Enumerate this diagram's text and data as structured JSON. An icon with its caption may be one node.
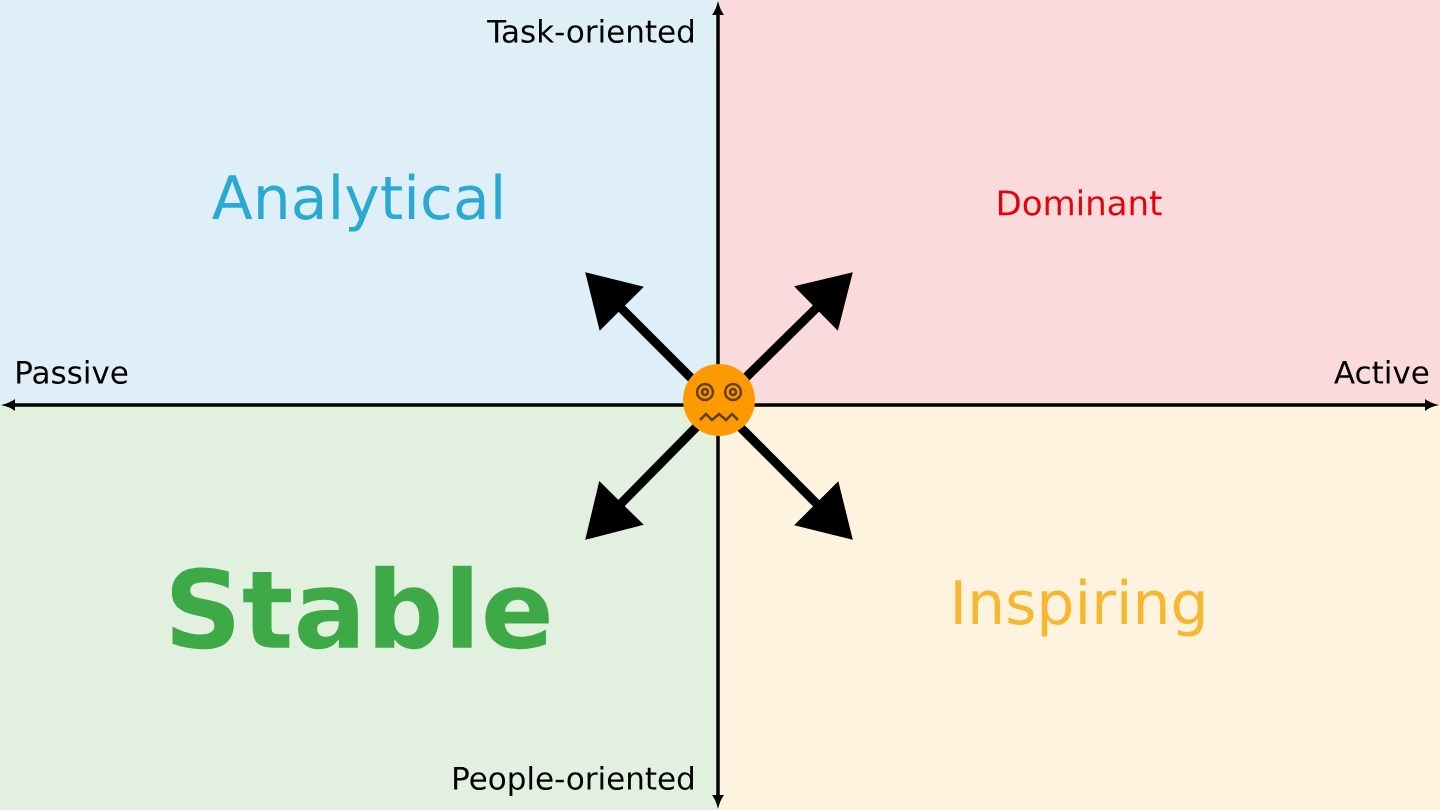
{
  "diagram": {
    "nodes": [
      {
        "text": [
          "Analytical"
        ]
      },
      {
        "text": [
          "Dominant"
        ]
      },
      {
        "text": [
          "Stable"
        ]
      },
      {
        "text": [
          "Inspiring"
        ]
      }
    ],
    "labels": [
      "Task-oriented",
      "Passive",
      "Active",
      "People-oriented"
    ]
  }
}
